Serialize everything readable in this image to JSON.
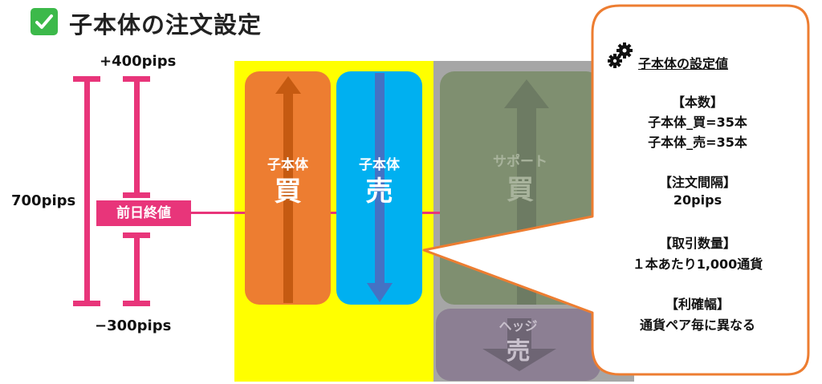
{
  "title": "子本体の注文設定",
  "labels": {
    "plus_pips": "+400pips",
    "minus_pips": "−300pips",
    "range_pips": "700pips",
    "prev_close": "前日終値"
  },
  "boxes": {
    "buy": {
      "line1": "子本体",
      "line2": "買"
    },
    "sell": {
      "line1": "子本体",
      "line2": "売"
    },
    "support": {
      "line1": "サポート",
      "line2": "買"
    },
    "hedge": {
      "line1": "ヘッジ",
      "line2": "売"
    }
  },
  "info": {
    "title": "子本体の設定値",
    "count_head": "【本数】",
    "count_buy": "子本体_買=35本",
    "count_sell": "子本体_売=35本",
    "interval_head": "【注文間隔】",
    "interval_value": "20pips",
    "qty_head": "【取引数量】",
    "qty_value": "１本あたり1,000通貨",
    "profit_head": "【利確幅】",
    "profit_value": "通貨ペア毎に異なる"
  },
  "colors": {
    "accent_pink": "#e8357a",
    "buy_orange": "#ed7d31",
    "sell_blue": "#00b0f0",
    "callout_border": "#ed7d31",
    "check_green": "#3cb94a"
  }
}
